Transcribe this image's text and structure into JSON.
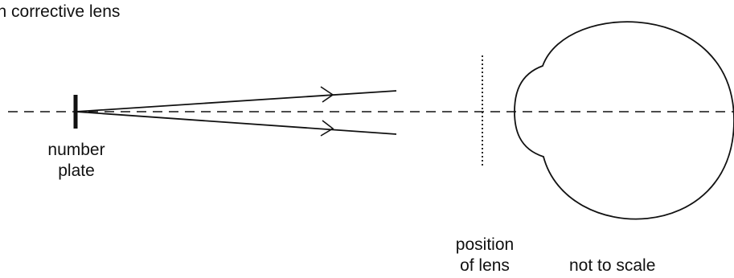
{
  "diagram": {
    "title": "ith corrective lens",
    "labels": {
      "number_plate_line1": "number",
      "number_plate_line2": "plate",
      "position_line1": "position",
      "position_line2": "of lens",
      "scale_note": "not to scale"
    }
  }
}
